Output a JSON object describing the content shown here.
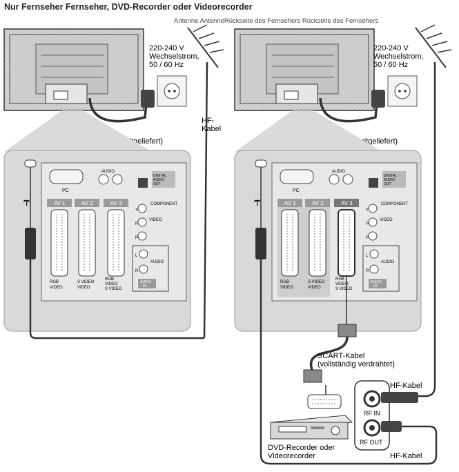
{
  "title": "Nur Fernseher Fernseher, DVD-Recorder oder Videorecorder",
  "top_labels": "Antenne AntenneRückseite des Fernsehers Rückseite des Fernsehers",
  "left_panel": {
    "power_spec": [
      "220-240 V",
      "Wechselstrom,",
      "50 / 60 Hz"
    ],
    "power_cable": "Netzkabel (mitgeliefert)",
    "rf_cable": [
      "HF-",
      "Kabel"
    ]
  },
  "right_panel": {
    "power_spec": [
      "220-240 V",
      "Wechselstrom,",
      "50 / 60 Hz"
    ],
    "power_cable": "Netzkabel (mitgeliefert)",
    "scart_cable": [
      "SCART-Kabel",
      "(vollständig verdrahtet)"
    ],
    "rf_in_cable": "HF-Kabel",
    "rf_in": "RF IN",
    "rf_out": "RF OUT",
    "recorder": [
      "DVD-Recorder oder",
      "Videorecorder"
    ],
    "rf_out_cable": "HF-Kabel"
  },
  "jack_panel": {
    "pc": "PC",
    "audio_top": "AUDIO",
    "digital_audio": [
      "DIGITAL",
      "AUDIO",
      "OUT"
    ],
    "av1": "AV 1",
    "av2": "AV 2",
    "av3": "AV 3",
    "component": "COMPONENT",
    "video": "VIDEO",
    "y": "Y",
    "pb": "PB",
    "pr": "PR",
    "l": "L",
    "r": "R",
    "audio_in": [
      "AUDIO",
      "IN"
    ],
    "audio_r": "AUDIO",
    "rgb_lines": [
      "RGB",
      "VIDEO"
    ],
    "svideo_lines": [
      "S VIDEO",
      "VIDEO"
    ],
    "av3_lines": [
      "RGB",
      "VIDEO",
      "S VIDEO"
    ]
  },
  "colors": {
    "line": "#333333",
    "panel_fill": "#e6e6e6",
    "panel_back": "#cfcfcf",
    "highlight": "#9a9a9a"
  }
}
